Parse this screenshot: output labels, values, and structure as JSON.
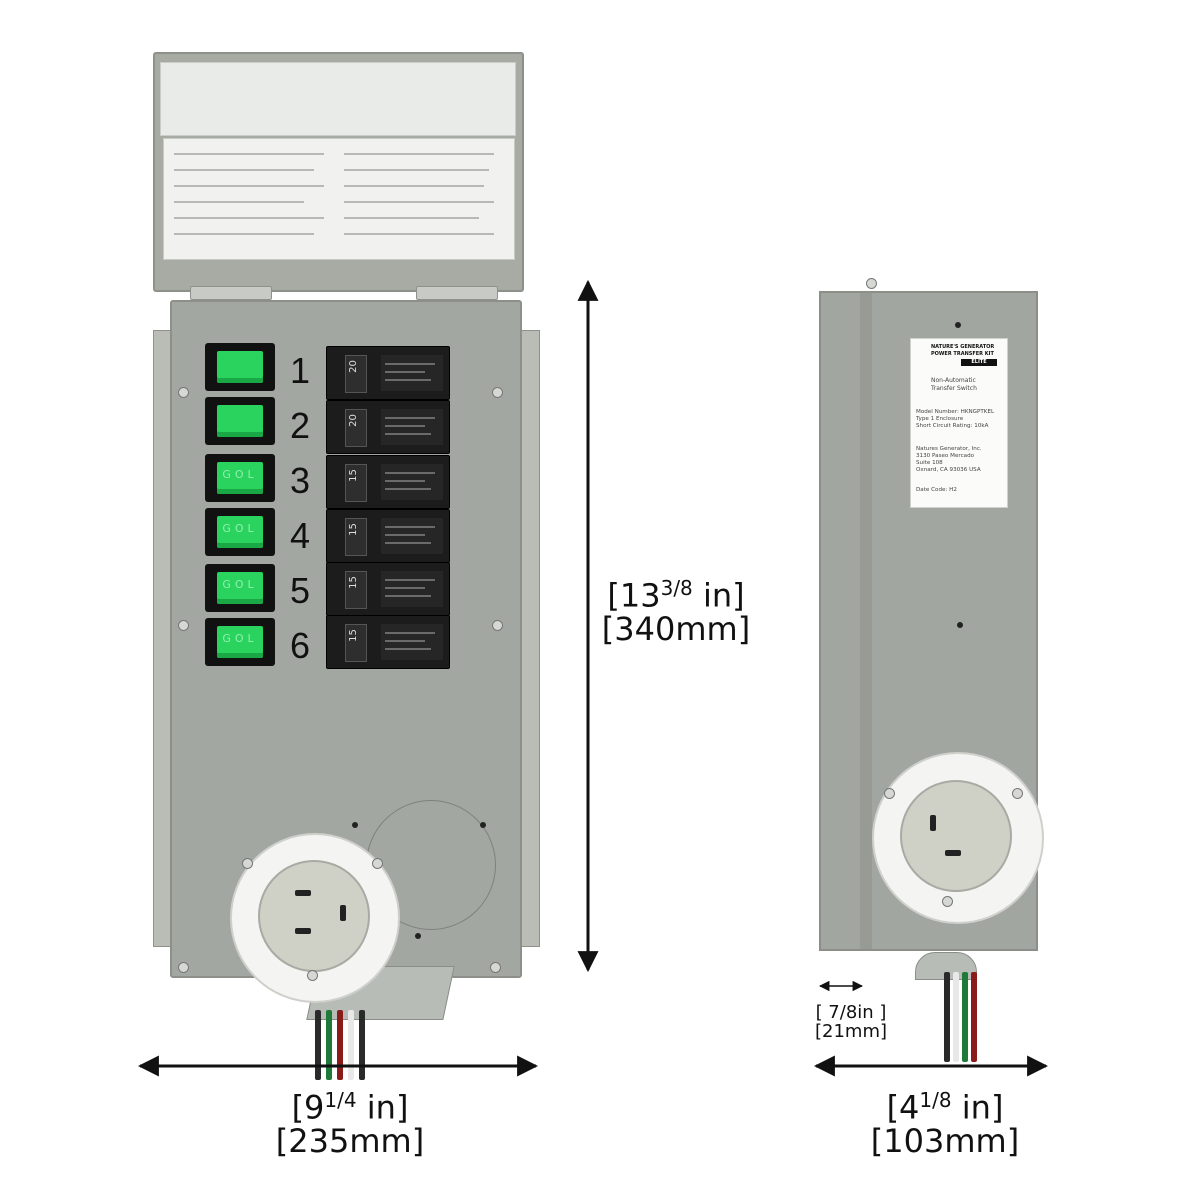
{
  "front_unit": {
    "circuit_numbers": [
      "1",
      "2",
      "3",
      "4",
      "5",
      "6"
    ],
    "switch_labels": [
      "",
      "",
      "GOL",
      "GOL",
      "GOL",
      "GOL"
    ],
    "breaker_ratings": [
      "20",
      "20",
      "15",
      "15",
      "15",
      "15"
    ]
  },
  "side_unit": {
    "label": {
      "brand_line1": "NATURE'S GENERATOR",
      "brand_line2": "POWER TRANSFER KIT",
      "brand_line3": "ELITE",
      "type_line1": "Non-Automatic",
      "type_line2": "Transfer Switch",
      "model": "Model Number: HKNGPTKEL",
      "enclosure": "Type 1 Enclosure",
      "rating": "Short Circuit Rating: 10kA",
      "company": "Natures Generator, Inc.",
      "address1": "3130 Paseo Mercado",
      "address2": "Suite 108",
      "address3": "Oxnard, CA 93036 USA",
      "date_code": "Date Code: H2"
    }
  },
  "dimensions": {
    "height": {
      "whole": "[13",
      "fraction": "3/8",
      "unit": " in]",
      "metric": "[340mm]"
    },
    "width": {
      "whole": "[9",
      "fraction": "1/4",
      "unit": " in]",
      "metric": "[235mm]"
    },
    "depth": {
      "whole": "[4",
      "fraction": "1/8",
      "unit": " in]",
      "metric": "[103mm]"
    },
    "offset": {
      "imperial": "[ 7/8in ]",
      "metric": "[21mm]"
    }
  }
}
